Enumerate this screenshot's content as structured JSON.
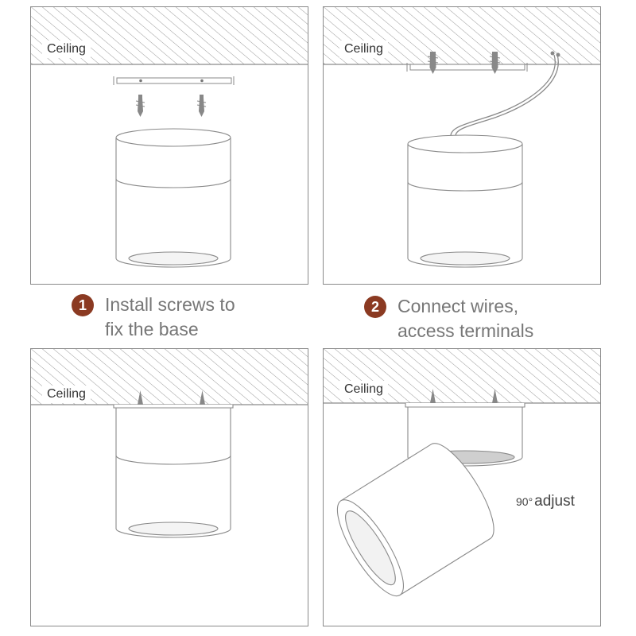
{
  "panels": [
    {
      "ceiling_label": "Ceiling"
    },
    {
      "ceiling_label": "Ceiling"
    },
    {
      "ceiling_label": "Ceiling"
    },
    {
      "ceiling_label": "Ceiling"
    }
  ],
  "steps": [
    {
      "number": "1",
      "line1": "Install screws to",
      "line2": "fix the base"
    },
    {
      "number": "2",
      "line1": "Connect wires,",
      "line2": "access terminals"
    }
  ],
  "adjust": {
    "degree": "90°",
    "label": "adjust"
  },
  "colors": {
    "step_badge": "#8b3a22",
    "caption_text": "#777777",
    "line": "#8a8a8a"
  }
}
